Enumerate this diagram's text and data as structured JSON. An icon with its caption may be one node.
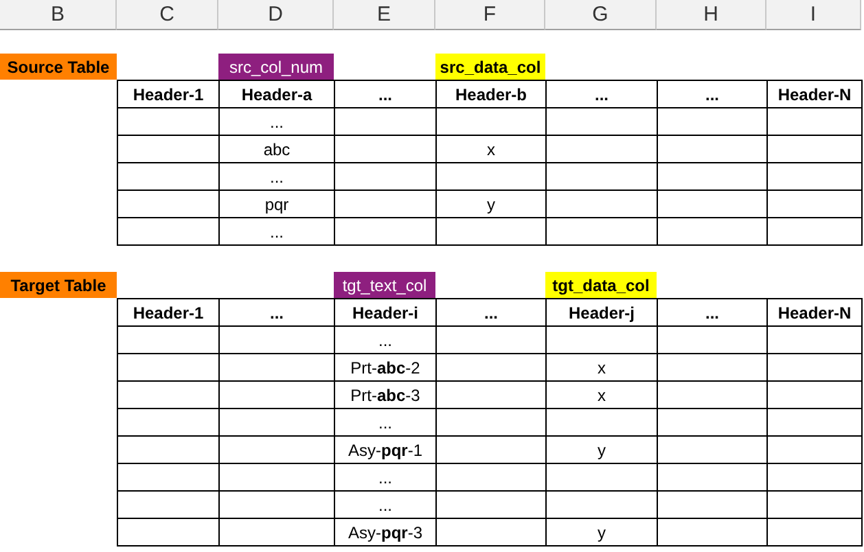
{
  "diagram": {
    "labels": [
      "B",
      "C",
      "D",
      "E",
      "F",
      "G",
      "H",
      "I",
      "Source Table",
      "src_col_num",
      "src_data_col",
      "Header-1",
      "Header-a",
      "...",
      "Header-b",
      "...",
      "...",
      "Header-N",
      "...",
      "abc",
      "x",
      "...",
      "pqr",
      "y",
      "...",
      "Target Table",
      "tgt_text_col",
      "tgt_data_col",
      "Header-1",
      "...",
      "Header-i",
      "...",
      "Header-j",
      "...",
      "Header-N",
      "...",
      "Prt-**abc**-2",
      "x",
      "Prt-**abc**-3",
      "x",
      "...",
      "Asy-**pqr**-1",
      "y",
      "...",
      "...",
      "Asy-**pqr**-3",
      "y"
    ]
  }
}
